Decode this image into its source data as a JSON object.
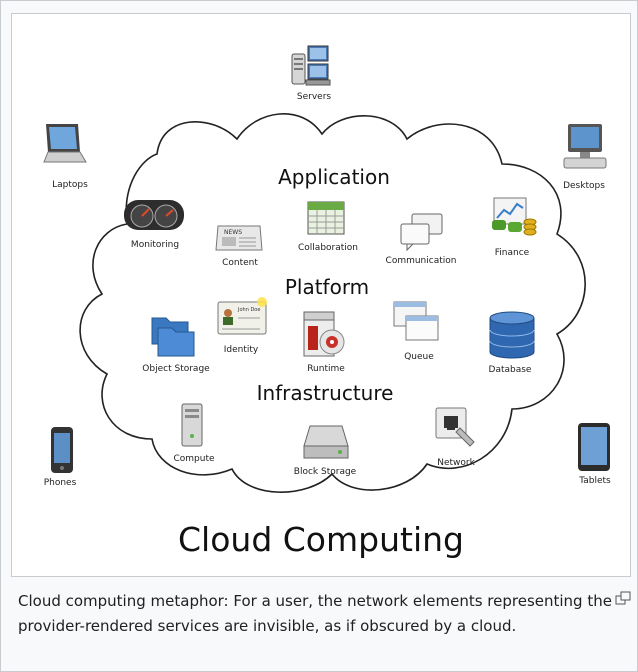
{
  "figure": {
    "title": "Cloud Computing",
    "layers": {
      "application": "Application",
      "platform": "Platform",
      "infrastructure": "Infrastructure"
    },
    "outside_devices": {
      "servers": "Servers",
      "laptops": "Laptops",
      "desktops": "Desktops",
      "phones": "Phones",
      "tablets": "Tablets"
    },
    "application_items": {
      "monitoring": "Monitoring",
      "content": "Content",
      "collaboration": "Collaboration",
      "communication": "Communication",
      "finance": "Finance"
    },
    "platform_items": {
      "object_storage": "Object Storage",
      "identity": "Identity",
      "runtime": "Runtime",
      "queue": "Queue",
      "database": "Database"
    },
    "infrastructure_items": {
      "compute": "Compute",
      "block_storage": "Block Storage",
      "network": "Network"
    },
    "news_text": "NEWS",
    "id_card_text": "John Doe"
  },
  "caption": {
    "text": "Cloud computing metaphor: For a user, the network elements representing the provider-rendered services are invisible, as if obscured by a cloud.",
    "enlarge_icon": "enlarge-icon"
  }
}
